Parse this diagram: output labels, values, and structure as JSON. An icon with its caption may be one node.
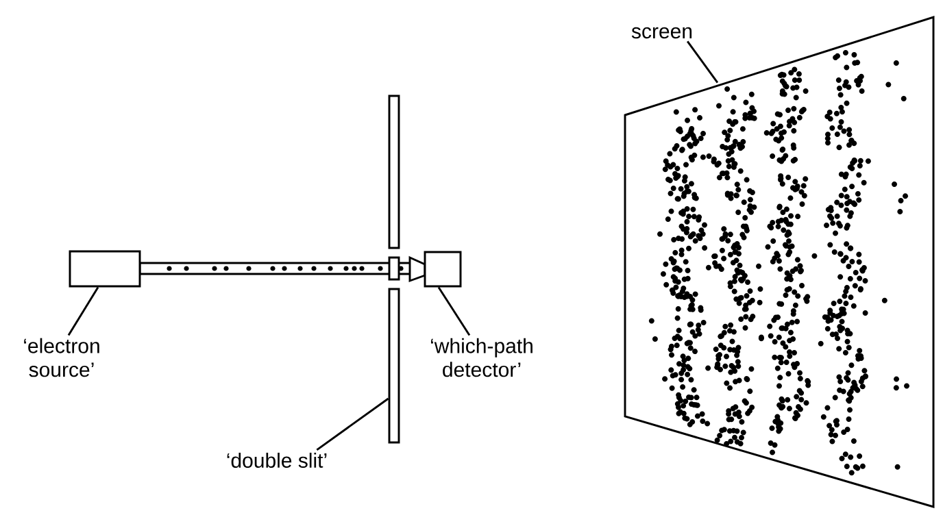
{
  "diagram": {
    "nodes": [
      {
        "text": [],
        "shape": "box"
      },
      {
        "text": [
          "‘electron source’"
        ]
      },
      {
        "text": [],
        "shape": "bar"
      },
      {
        "text": [
          "‘double slit’"
        ]
      },
      {
        "text": [],
        "shape": "box"
      },
      {
        "text": [
          "‘which-path detector’"
        ]
      },
      {
        "text": [
          "screen"
        ]
      },
      {
        "text": [],
        "shape": "screen"
      }
    ],
    "edges": [
      {
        "from": 1,
        "to": 0,
        "arrow": "none"
      },
      {
        "from": 3,
        "to": 2,
        "arrow": "none"
      },
      {
        "from": 5,
        "to": 4,
        "arrow": "none"
      },
      {
        "from": 6,
        "to": 7,
        "arrow": "none"
      }
    ]
  }
}
